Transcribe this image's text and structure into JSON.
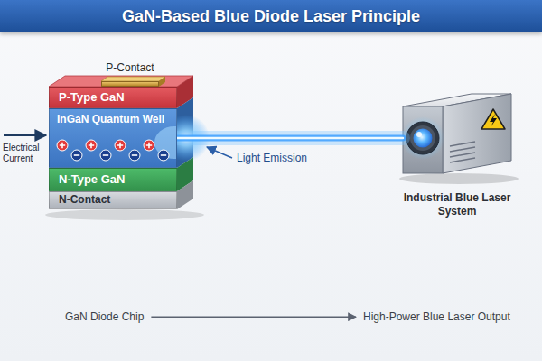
{
  "diagram": {
    "title": "GaN-Based Blue Diode Laser Principle",
    "nodes": [
      {
        "text": [
          "P-Contact"
        ]
      },
      {
        "text": [
          "P-Type GaN"
        ]
      },
      {
        "text": [
          "InGaN Quantum Well"
        ]
      },
      {
        "text": [
          "N-Type GaN"
        ]
      },
      {
        "text": [
          "N-Contact"
        ]
      },
      {
        "text": [
          "Industrial Blue Laser System"
        ]
      }
    ],
    "edges": [
      {
        "from": 2,
        "to": 5,
        "arrow": "none"
      }
    ],
    "labels": [
      "Electrical Current",
      "Light Emission",
      "GaN Diode Chip",
      "High-Power Blue Laser Output"
    ]
  }
}
